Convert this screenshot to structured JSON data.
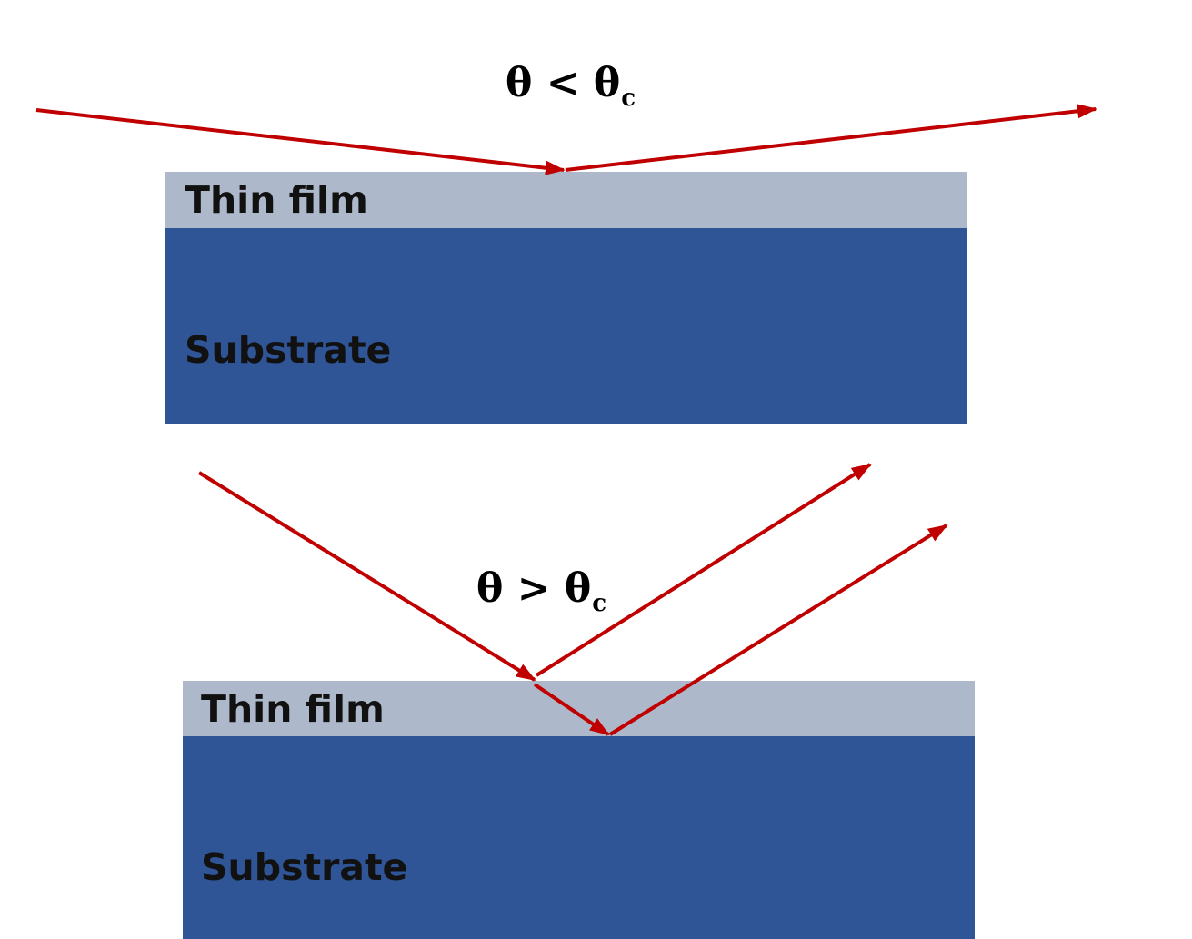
{
  "colors": {
    "film": "#adb9ca",
    "substrate": "#2f5597",
    "ray": "#c00000"
  },
  "top_panel": {
    "angle_symbol": "θ",
    "angle_relation": "<",
    "critical_symbol": "θ",
    "critical_subscript": "c",
    "film_label": "Thin film",
    "substrate_label": "Substrate"
  },
  "bottom_panel": {
    "angle_symbol": "θ",
    "angle_relation": ">",
    "critical_symbol": "θ",
    "critical_subscript": "c",
    "film_label": "Thin film",
    "substrate_label": "Substrate"
  }
}
